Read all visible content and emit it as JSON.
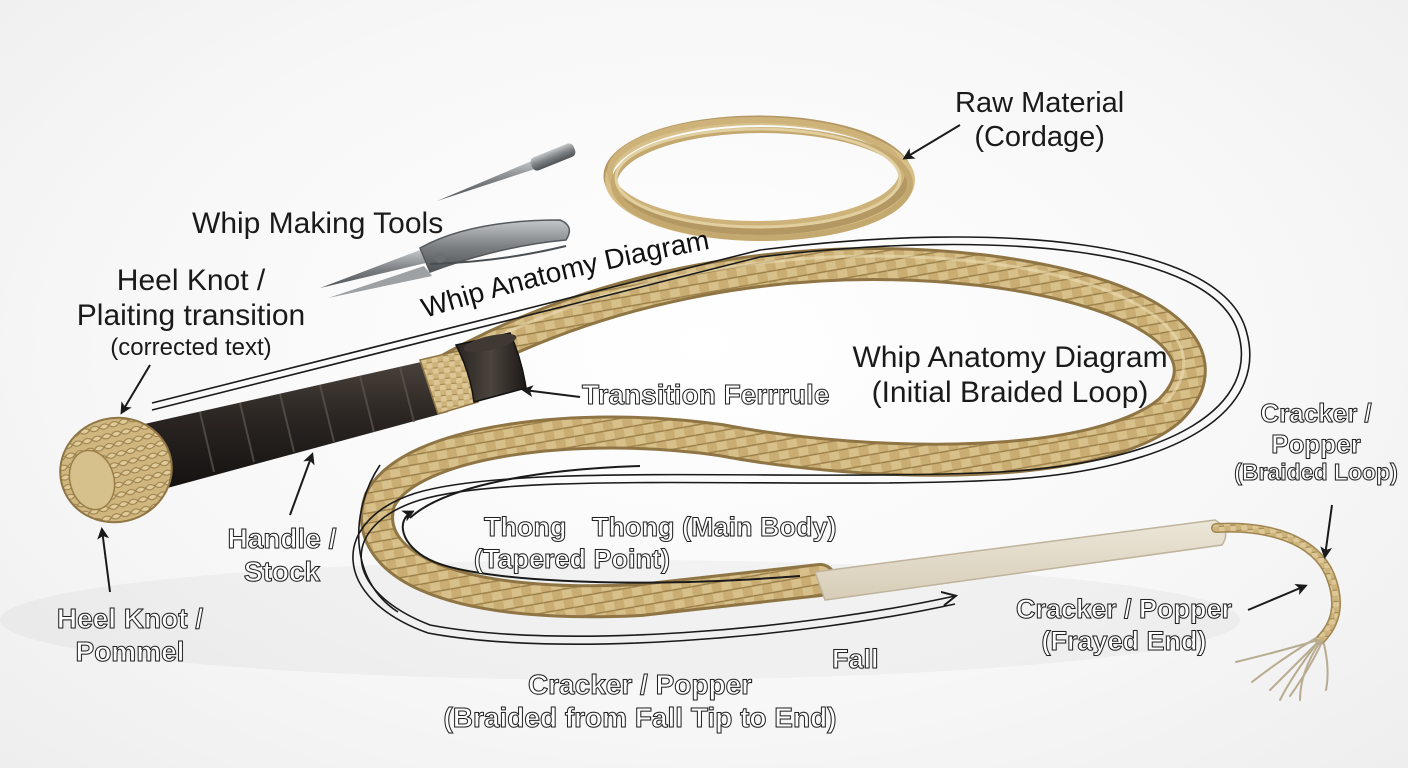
{
  "labels": {
    "raw_material": [
      "Raw Material",
      "(Cordage)"
    ],
    "tools": "Whip Making Tools",
    "heel_knot_top": [
      "Heel Knot /",
      "Plaiting transition",
      "(corrected text)"
    ],
    "title_curved": "Whip Anatomy Diagram",
    "transition": "Transition Ferrrule",
    "whip_anatomy": [
      "Whip Anatomy Diagram",
      "(Initial Braided Loop)"
    ],
    "cracker_top": [
      "Cracker /",
      "Popper",
      "(Braided Loop)"
    ],
    "handle": [
      "Handle /",
      "Stock"
    ],
    "heel_knot_bottom": [
      "Heel Knot /",
      "Pommel"
    ],
    "thong_a": [
      "Thong",
      "(Tapered Point)"
    ],
    "thong_b": "Thong (Main Body)",
    "fall": "Fall",
    "cracker_mid": [
      "Cracker / Popper",
      "(Frayed End)"
    ],
    "cracker_bottom": [
      "Cracker / Popper",
      "(Braided from Fall Tip to End)"
    ]
  },
  "colors": {
    "rope": "#c9ad72",
    "rope_dark": "#9a7e48",
    "rope_light": "#e6d3a2",
    "handle": "#2a2522",
    "leather": "#e4dccb",
    "metal": "#8f9396",
    "arrow": "#1a1a1a"
  }
}
